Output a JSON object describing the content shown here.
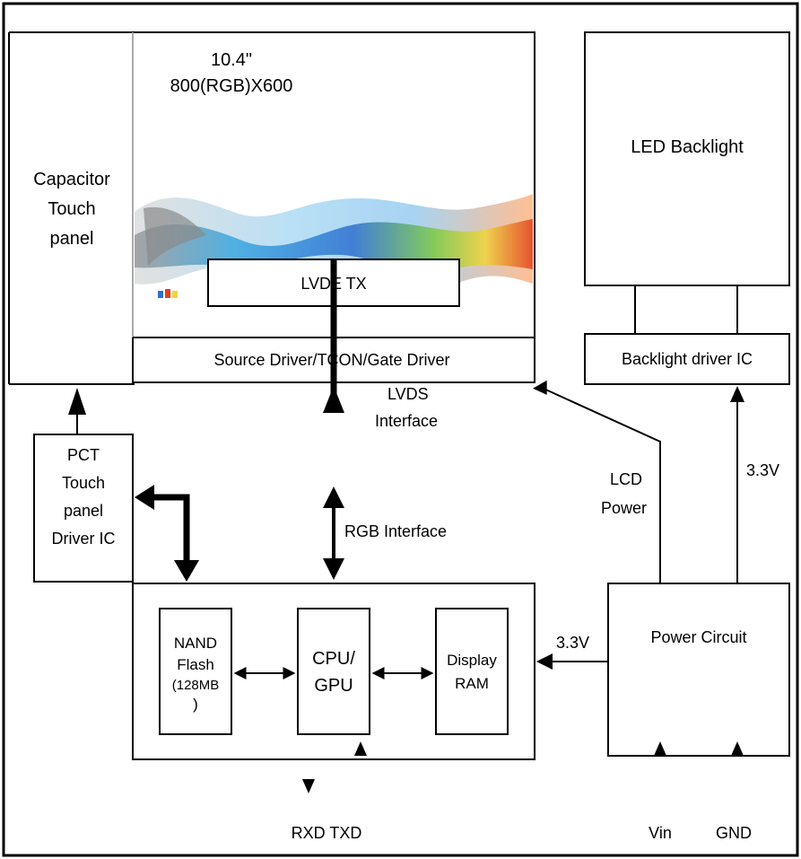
{
  "screen": {
    "size": "10.4\"",
    "resolution": "800(RGB)X600"
  },
  "blocks": {
    "touch_panel": [
      "Capacitor",
      "Touch",
      "panel"
    ],
    "source_driver": "Source Driver/TCON/Gate Driver",
    "led_backlight": "LED Backlight",
    "backlight_ic": "Backlight driver IC",
    "pct_ic": [
      "PCT",
      "Touch",
      "panel",
      "Driver IC"
    ],
    "lvde_tx": "LVDE TX",
    "nand": [
      "NAND",
      "Flash",
      "(128MB",
      ")"
    ],
    "cpu": [
      "CPU/",
      "GPU"
    ],
    "display_ram": [
      "Display",
      "RAM"
    ],
    "power": "Power Circuit"
  },
  "labels": {
    "lvds": [
      "LVDS",
      "Interface"
    ],
    "rgb": "RGB Interface",
    "lcd_power": [
      "LCD",
      "Power"
    ],
    "v_backlight": "3.3V",
    "v_board": "3.3V",
    "rxd_txd": "RXD TXD",
    "vin": "Vin",
    "gnd": "GND"
  },
  "colors": {
    "ribbon": [
      "#f2d43a",
      "#7ac943",
      "#3aa8e0",
      "#2f6fd0",
      "#e0401e",
      "#ff8a3a",
      "#9a9a9a"
    ]
  }
}
